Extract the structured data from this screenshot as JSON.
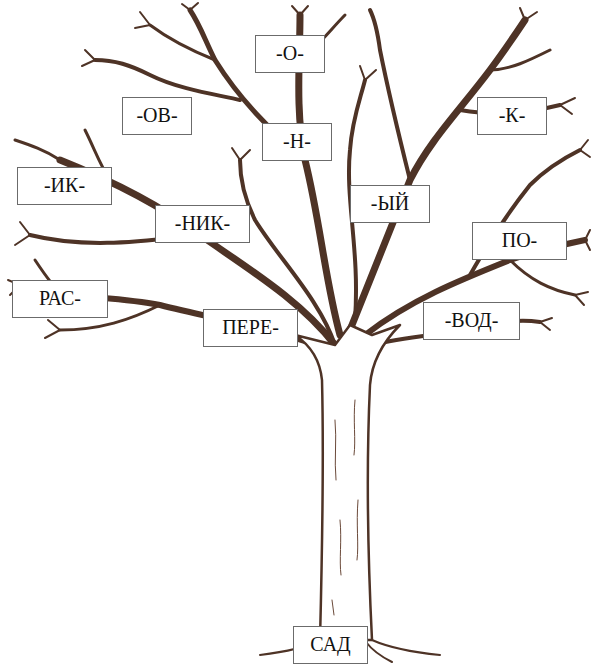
{
  "diagram": {
    "nodes": [
      {
        "text": [
          "-О-"
        ]
      },
      {
        "text": [
          "-ОВ-"
        ]
      },
      {
        "text": [
          "-К-"
        ]
      },
      {
        "text": [
          "-Н-"
        ]
      },
      {
        "text": [
          "-ИК-"
        ]
      },
      {
        "text": [
          "-ЫЙ"
        ]
      },
      {
        "text": [
          "-НИК-"
        ]
      },
      {
        "text": [
          "ПО-"
        ]
      },
      {
        "text": [
          "РАС-"
        ]
      },
      {
        "text": [
          "ПЕРЕ-"
        ]
      },
      {
        "text": [
          "-ВОД-"
        ]
      },
      {
        "text": [
          "САД"
        ]
      }
    ],
    "edges": []
  }
}
